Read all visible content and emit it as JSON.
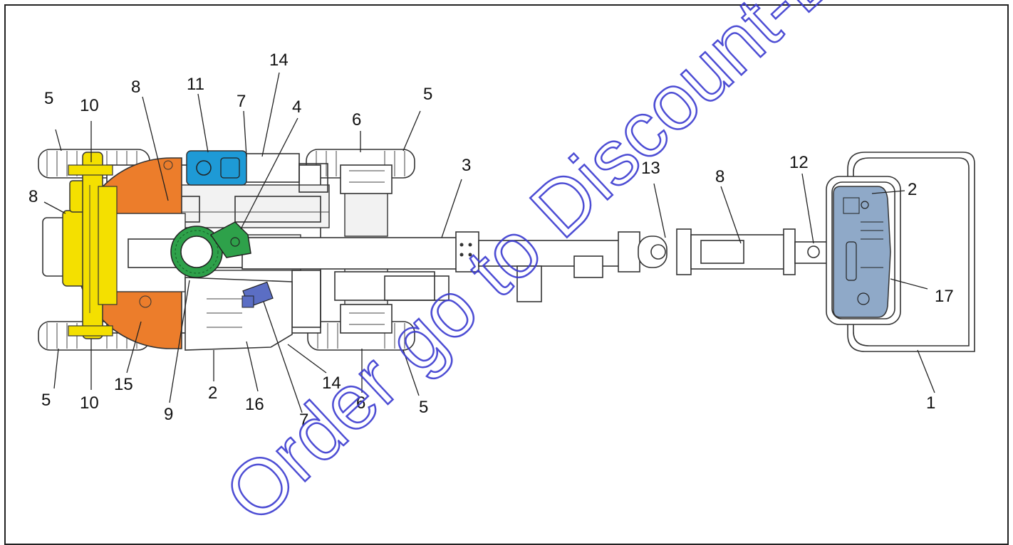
{
  "watermark": "Order go to Discount-Equipment.com",
  "colors": {
    "yellow": "#f4e000",
    "orange": "#ec7d2b",
    "blue": "#1e9ad6",
    "green": "#2ea14a",
    "steel_blue": "#8fa9c8",
    "purple": "#5b6ec4",
    "watermark": "#3a3ad0"
  },
  "callouts": [
    {
      "id": "c1",
      "text": "1"
    },
    {
      "id": "c2a",
      "text": "2"
    },
    {
      "id": "c2b",
      "text": "2"
    },
    {
      "id": "c3",
      "text": "3"
    },
    {
      "id": "c4",
      "text": "4"
    },
    {
      "id": "c5a",
      "text": "5"
    },
    {
      "id": "c5b",
      "text": "5"
    },
    {
      "id": "c5c",
      "text": "5"
    },
    {
      "id": "c5d",
      "text": "5"
    },
    {
      "id": "c6a",
      "text": "6"
    },
    {
      "id": "c6b",
      "text": "6"
    },
    {
      "id": "c7a",
      "text": "7"
    },
    {
      "id": "c7b",
      "text": "7"
    },
    {
      "id": "c8a",
      "text": "8"
    },
    {
      "id": "c8b",
      "text": "8"
    },
    {
      "id": "c8c",
      "text": "8"
    },
    {
      "id": "c9",
      "text": "9"
    },
    {
      "id": "c10a",
      "text": "10"
    },
    {
      "id": "c10b",
      "text": "10"
    },
    {
      "id": "c11",
      "text": "11"
    },
    {
      "id": "c12",
      "text": "12"
    },
    {
      "id": "c13",
      "text": "13"
    },
    {
      "id": "c14a",
      "text": "14"
    },
    {
      "id": "c14b",
      "text": "14"
    },
    {
      "id": "c15",
      "text": "15"
    },
    {
      "id": "c16",
      "text": "16"
    },
    {
      "id": "c17",
      "text": "17"
    }
  ]
}
